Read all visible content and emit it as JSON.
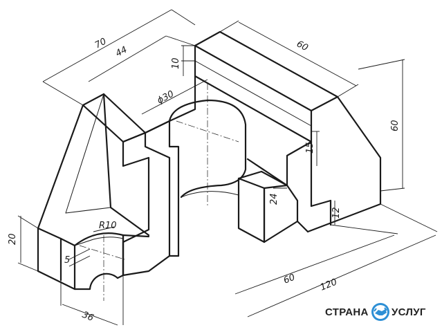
{
  "drawing": {
    "dimensions": {
      "d70": "70",
      "d44": "44",
      "d60_top": "60",
      "d10": "10",
      "d_phi30": "ϕ30",
      "d60_right": "60",
      "d15": "15",
      "d24": "24",
      "d12": "12",
      "d20": "20",
      "d_r10": "R10",
      "d5": "5",
      "d60_bottom": "60",
      "d120": "120",
      "d36": "36"
    }
  },
  "logo": {
    "left_text": "СТРАНА",
    "right_text": "УСЛУГ",
    "brand_color": "#2d8fd5",
    "icon": "handshake-icon"
  }
}
